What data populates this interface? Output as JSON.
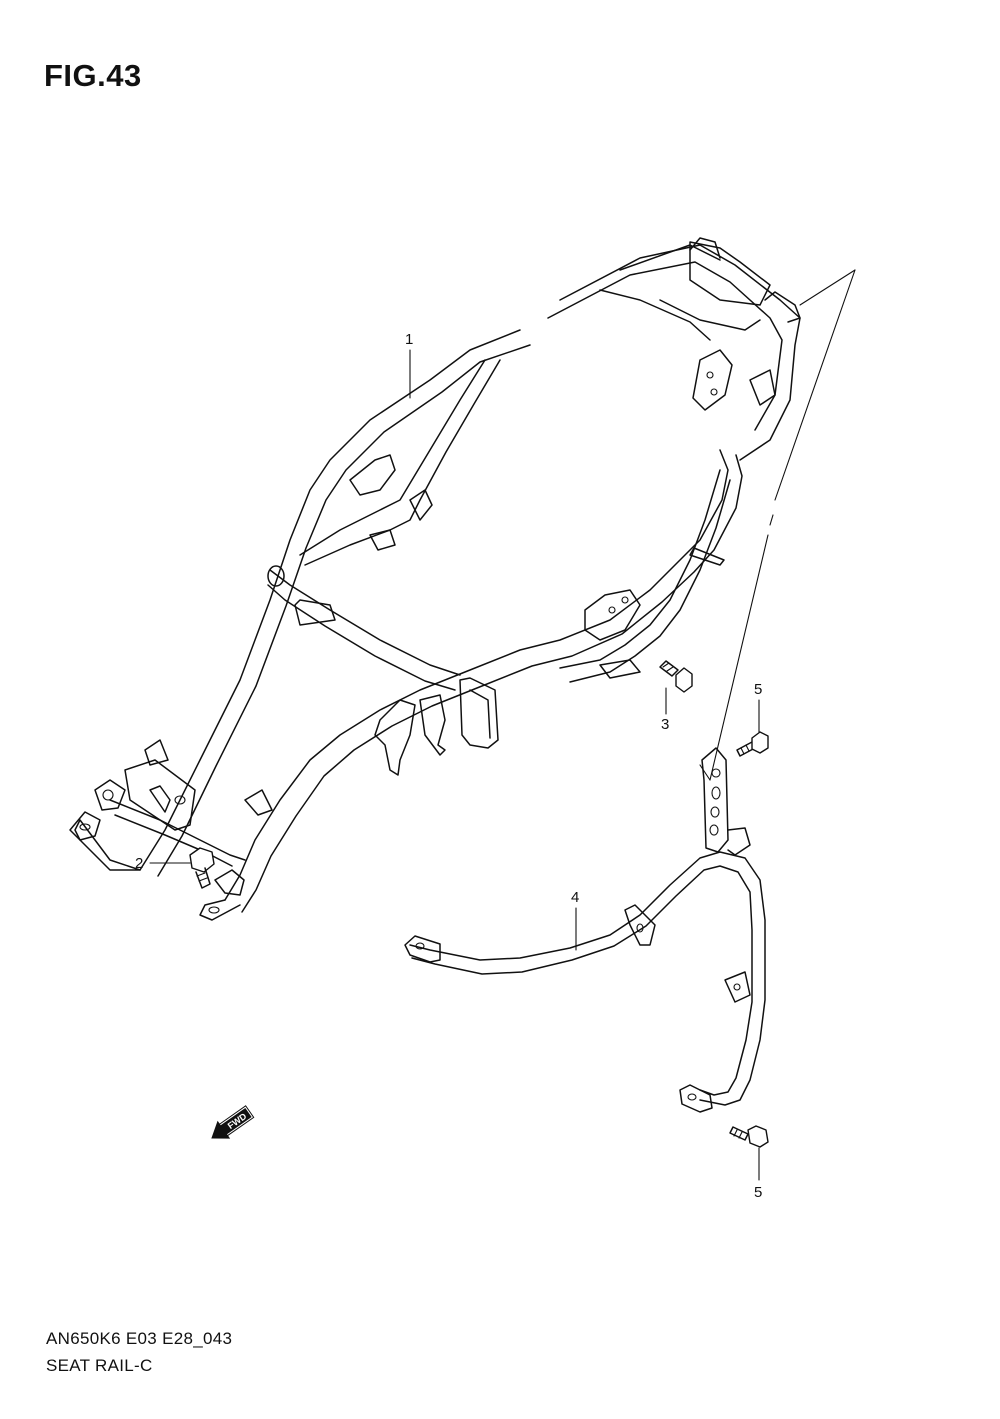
{
  "figure": {
    "title": "FIG.43"
  },
  "footer": {
    "model_code": "AN650K6 E03 E28_043",
    "section_name": "SEAT RAIL-C"
  },
  "callouts": [
    {
      "number": "1"
    },
    {
      "number": "2"
    },
    {
      "number": "3"
    },
    {
      "number": "4"
    },
    {
      "number": "5"
    },
    {
      "number": "5"
    }
  ],
  "direction_marker": {
    "label": "FWD",
    "icon": "fwd-arrow-icon"
  }
}
